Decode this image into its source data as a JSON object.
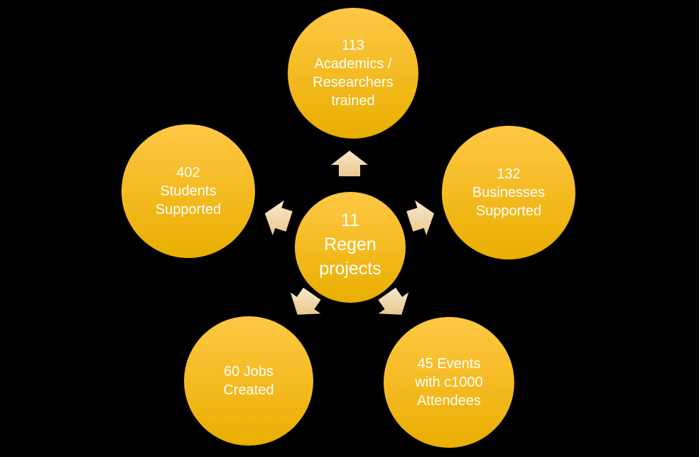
{
  "diagram": {
    "type": "radial-diverging",
    "colors": {
      "background": "#000000",
      "node_gradient_top": "#FFC846",
      "node_gradient_bottom": "#E9AE00",
      "arrow_gradient_top": "#F7E8CB",
      "arrow_gradient_bottom": "#EAC98F",
      "text": "#FFFFFF"
    },
    "center": {
      "id": "regen-projects",
      "value": "11",
      "label": "11\nRegen\nprojects"
    },
    "nodes": [
      {
        "id": "academics",
        "value": "113",
        "label": "113\nAcademics /\nResearchers\ntrained"
      },
      {
        "id": "students",
        "value": "402",
        "label": "402\nStudents\nSupported"
      },
      {
        "id": "businesses",
        "value": "132",
        "label": "132\nBusinesses\nSupported"
      },
      {
        "id": "jobs",
        "value": "60",
        "label": "60 Jobs\nCreated"
      },
      {
        "id": "events",
        "value": "45",
        "label": "45 Events\nwith c1000\nAttendees"
      }
    ]
  }
}
